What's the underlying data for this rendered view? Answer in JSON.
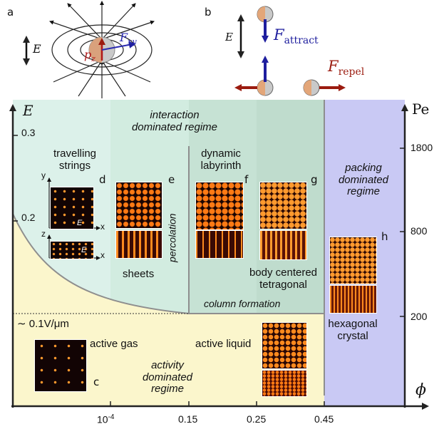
{
  "panel_labels": [
    "a",
    "b",
    "c",
    "d",
    "e",
    "f",
    "g",
    "h"
  ],
  "panel_a": {
    "field_label": "E",
    "dipole_label": "p",
    "dipole_sub": "z",
    "force_label": "F",
    "force_sub": "xy"
  },
  "panel_b": {
    "field_label": "E",
    "attract_label": "F",
    "attract_sub": "attract",
    "repel_label": "F",
    "repel_sub": "repel"
  },
  "axes": {
    "y_label": "E",
    "x_label": "ϕ",
    "right_label": "Pe",
    "y_ticks": [
      "0.3",
      "0.2"
    ],
    "right_ticks": [
      "1800",
      "800",
      "200"
    ],
    "x_ticks": [
      "10",
      "0.15",
      "0.25",
      "0.45"
    ],
    "x_tick_first_exponent": "-4",
    "threshold_label": "∼ 0.1V/μm"
  },
  "regimes": {
    "interaction": "interaction dominated regime",
    "packing": "packing dominated regime",
    "activity": "activity dominated regime"
  },
  "phases": {
    "travelling": "travelling strings",
    "dynamic": "dynamic labyrinth",
    "sheets": "sheets",
    "percolation": "percolation",
    "bct": "body centered tetragonal",
    "column": "column formation",
    "hex": "hexagonal crystal",
    "gas": "active gas",
    "liquid": "active liquid"
  },
  "inset_axes": {
    "y": "y",
    "x": "x",
    "z": "z",
    "field": "E"
  },
  "colors": {
    "interaction_bg": "#dff1ea",
    "interaction_bg2": "#c9e7d9",
    "packing_bg": "#c9c9f4",
    "activity_bg": "#fbf6cc",
    "attract_arrow": "#1e1e9e",
    "repel_arrow": "#9b1b0f",
    "particle_orange": "#e9a06b",
    "particle_gray": "#b9b9b9"
  }
}
